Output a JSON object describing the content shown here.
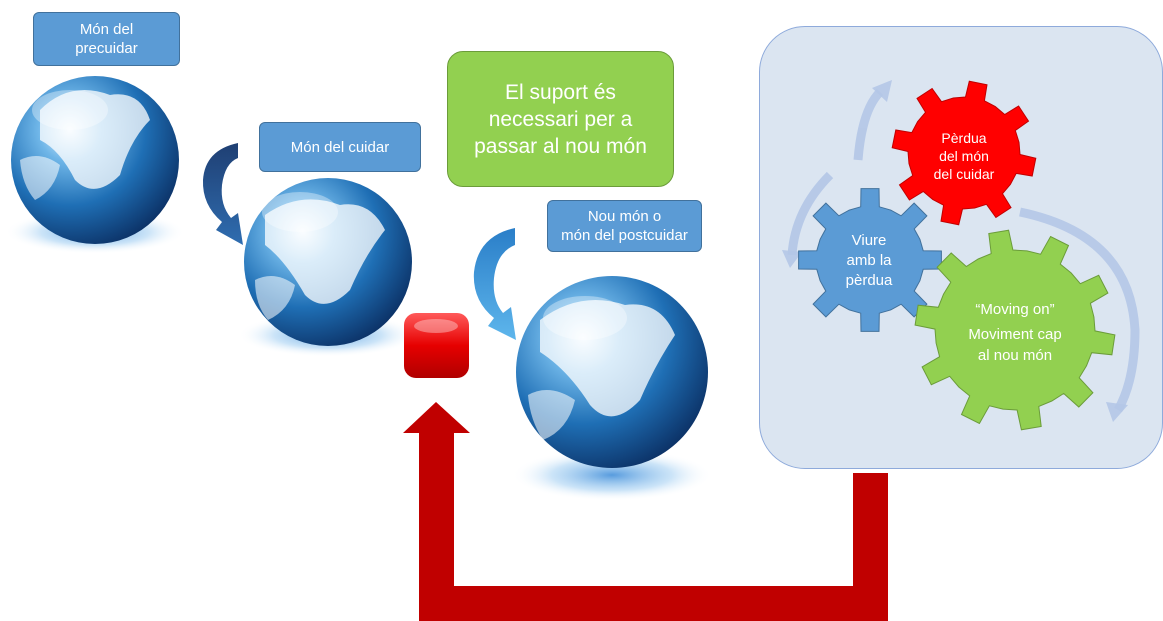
{
  "labels": {
    "pre_care_world": [
      "Món del",
      "precuidar"
    ],
    "care_world": "Món del cuidar",
    "new_world": [
      "Nou món o",
      "món del postcuidar"
    ]
  },
  "callout": [
    "El suport és",
    "necessari per a",
    "passar al nou món"
  ],
  "gears": {
    "loss": [
      "Pèrdua",
      "del món",
      "del cuidar"
    ],
    "living_with_loss": [
      "Viure",
      "amb la",
      "pèrdua"
    ],
    "moving_on": {
      "quote": "“Moving on”",
      "lines": [
        "Moviment cap",
        "al nou món"
      ]
    }
  },
  "colors": {
    "label_blue": "#5b9bd5",
    "callout_green": "#92d050",
    "gear_red": "#ff0000",
    "gear_blue": "#5b9bd5",
    "gear_green": "#92d050",
    "panel_bg": "#dbe5f1",
    "arrow_darkred": "#c00000"
  }
}
